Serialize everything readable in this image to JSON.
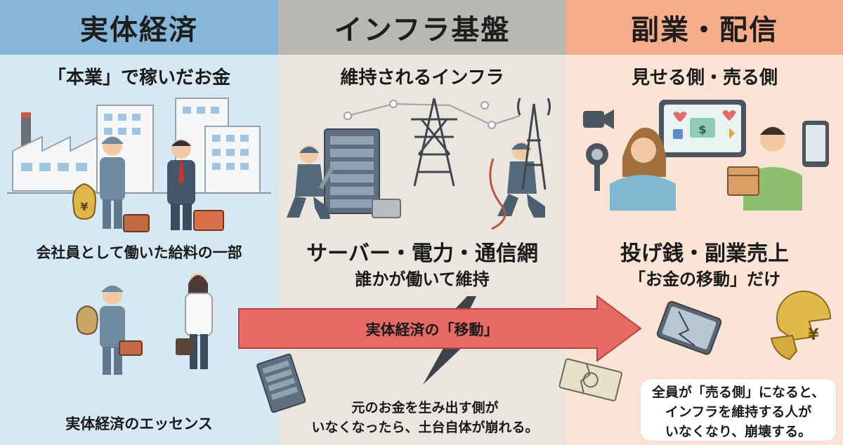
{
  "columns": [
    {
      "title": "実体経済",
      "subtitle": "「本業」で稼いだお金",
      "caption": "会社員として働いた給料の一部",
      "footer": "実体経済のエッセンス"
    },
    {
      "title": "インフラ基盤",
      "subtitle": "維持されるインフラ",
      "headline": "サーバー・電力・通信網",
      "subline": "誰かが働いて維持",
      "footer_lines": [
        "元のお金を生み出す側が",
        "いなくなったら、土台自体が崩れる。"
      ]
    },
    {
      "title": "副業・配信",
      "subtitle": "見せる側・売る側",
      "headline": "投げ銭・副業売上",
      "subline": "「お金の移動」だけ",
      "note_lines": [
        "全員が「売る側」になると、",
        "インフラを維持する人が",
        "いなくなり、崩壊する。"
      ]
    }
  ],
  "arrow": {
    "label": "実体経済の「移動」"
  },
  "icons": {
    "yen_symbol": "¥",
    "dollar_symbol": "$"
  },
  "colors": {
    "col1_bg": "#d6e8f3",
    "col1_head": "#86b7da",
    "col2_bg": "#ebe5e0",
    "col2_head": "#b9b7b2",
    "col3_bg": "#fbe3d5",
    "col3_head": "#f7ad8a",
    "arrow": "#e86a64"
  }
}
